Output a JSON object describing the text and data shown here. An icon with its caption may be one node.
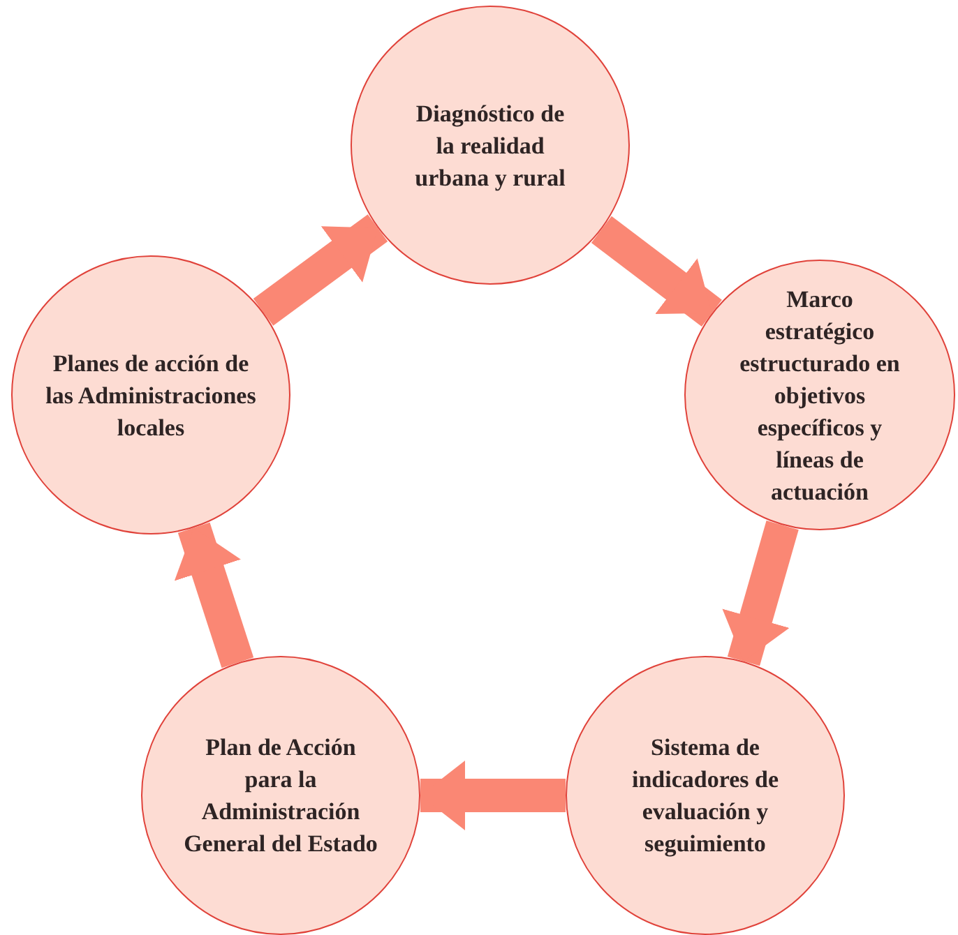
{
  "diagram": {
    "nodes": [
      {
        "text": [
          "Diagnóstico de la realidad urbana y rural"
        ]
      },
      {
        "text": [
          "Marco estratégico estructurado en objetivos específicos y líneas de actuación"
        ]
      },
      {
        "text": [
          "Sistema de indicadores de evaluación y seguimiento"
        ]
      },
      {
        "text": [
          "Plan de Acción para la Administración General del Estado"
        ]
      },
      {
        "text": [
          "Planes de acción de las Administraciones locales"
        ]
      }
    ],
    "edges": [
      {
        "from": 0,
        "to": 1,
        "arrow": "to"
      },
      {
        "from": 1,
        "to": 2,
        "arrow": "to"
      },
      {
        "from": 2,
        "to": 3,
        "arrow": "to"
      },
      {
        "from": 3,
        "to": 4,
        "arrow": "to"
      },
      {
        "from": 4,
        "to": 0,
        "arrow": "to"
      }
    ]
  }
}
